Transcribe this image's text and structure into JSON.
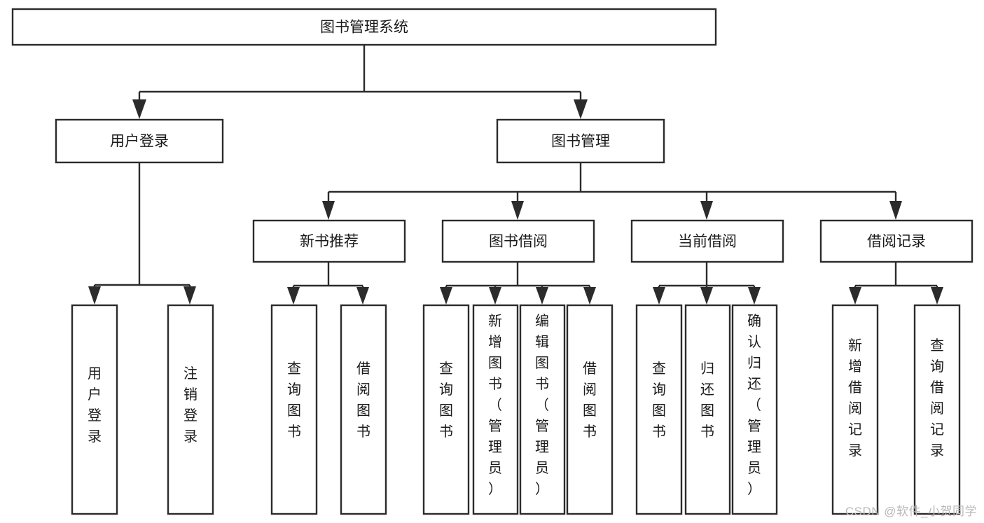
{
  "diagram": {
    "type": "tree",
    "title": "图书管理系统",
    "orientation": "top-down",
    "root": {
      "id": "root",
      "label": "图书管理系统",
      "text_orientation": "horizontal"
    },
    "level1": [
      {
        "id": "user-login",
        "label": "用户登录",
        "text_orientation": "horizontal"
      },
      {
        "id": "book-manage",
        "label": "图书管理",
        "text_orientation": "horizontal"
      }
    ],
    "level2": [
      {
        "id": "new-book-recommend",
        "label": "新书推荐",
        "parent": "book-manage",
        "text_orientation": "horizontal"
      },
      {
        "id": "book-borrow",
        "label": "图书借阅",
        "parent": "book-manage",
        "text_orientation": "horizontal"
      },
      {
        "id": "current-borrow",
        "label": "当前借阅",
        "parent": "book-manage",
        "text_orientation": "horizontal"
      },
      {
        "id": "borrow-record",
        "label": "借阅记录",
        "parent": "book-manage",
        "text_orientation": "horizontal"
      }
    ],
    "leaves": [
      {
        "id": "leaf-user-login",
        "label": "用户登录",
        "parent": "user-login",
        "text_orientation": "vertical"
      },
      {
        "id": "leaf-logout-login",
        "label": "注销登录",
        "parent": "user-login",
        "text_orientation": "vertical"
      },
      {
        "id": "leaf-query-book-1",
        "label": "查询图书",
        "parent": "new-book-recommend",
        "text_orientation": "vertical"
      },
      {
        "id": "leaf-borrow-book-1",
        "label": "借阅图书",
        "parent": "new-book-recommend",
        "text_orientation": "vertical"
      },
      {
        "id": "leaf-query-book-2",
        "label": "查询图书",
        "parent": "book-borrow",
        "text_orientation": "vertical"
      },
      {
        "id": "leaf-add-book",
        "label": "新增图书（管理员）",
        "parent": "book-borrow",
        "text_orientation": "vertical"
      },
      {
        "id": "leaf-edit-book",
        "label": "编辑图书（管理员）",
        "parent": "book-borrow",
        "text_orientation": "vertical"
      },
      {
        "id": "leaf-borrow-book-2",
        "label": "借阅图书",
        "parent": "book-borrow",
        "text_orientation": "vertical"
      },
      {
        "id": "leaf-query-book-3",
        "label": "查询图书",
        "parent": "current-borrow",
        "text_orientation": "vertical"
      },
      {
        "id": "leaf-return-book",
        "label": "归还图书",
        "parent": "current-borrow",
        "text_orientation": "vertical"
      },
      {
        "id": "leaf-confirm-return",
        "label": "确认归还（管理员）",
        "parent": "current-borrow",
        "text_orientation": "vertical"
      },
      {
        "id": "leaf-add-record",
        "label": "新增借阅记录",
        "parent": "borrow-record",
        "text_orientation": "vertical"
      },
      {
        "id": "leaf-query-record",
        "label": "查询借阅记录",
        "parent": "borrow-record",
        "text_orientation": "vertical"
      }
    ],
    "colors": {
      "box_fill": "#ffffff",
      "box_stroke": "#2b2b2b",
      "text": "#1a1a1a",
      "background": "#ffffff",
      "watermark": "#b9b9b9"
    }
  },
  "watermark": {
    "text": "CSDN @软件_小贺同学"
  }
}
